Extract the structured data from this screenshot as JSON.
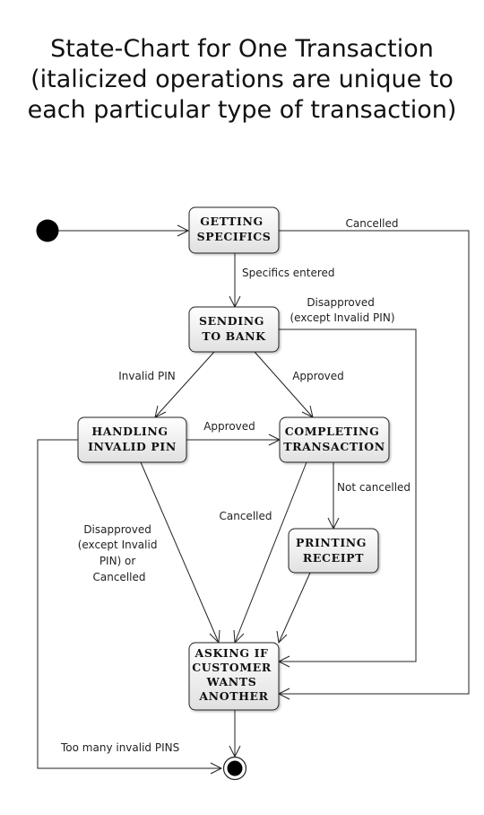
{
  "title": "State-Chart for One Transaction\n(italicized operations are unique to\neach particular type of transaction)",
  "states": {
    "getting_specifics": [
      "GETTING",
      "SPECIFICS"
    ],
    "sending_to_bank": [
      "SENDING",
      "TO BANK"
    ],
    "handling_invalid_pin": [
      "HANDLING",
      "INVALID PIN"
    ],
    "completing_transaction": [
      "COMPLETING",
      "TRANSACTION"
    ],
    "printing_receipt": [
      "PRINTING",
      "RECEIPT"
    ],
    "asking_another": [
      "ASKING IF",
      "CUSTOMER",
      "WANTS",
      "ANOTHER"
    ]
  },
  "transitions": {
    "cancelled_top": [
      "Cancelled"
    ],
    "specifics_entered": [
      "Specifics entered"
    ],
    "disapproved_send": [
      "Disapproved",
      "(except Invalid PIN)"
    ],
    "invalid_pin": [
      "Invalid PIN"
    ],
    "approved_send": [
      "Approved"
    ],
    "approved_handling": [
      "Approved"
    ],
    "not_cancelled": [
      "Not cancelled"
    ],
    "cancelled_completing": [
      "Cancelled"
    ],
    "disapproved_handling": [
      "Disapproved",
      "(except Invalid",
      "PIN) or",
      "Cancelled"
    ],
    "too_many_pins": [
      "Too many invalid PINS"
    ]
  },
  "colors": {
    "state_fill_top": "#ffffff",
    "state_fill_bottom": "#e3e3e3",
    "stroke": "#222222"
  }
}
